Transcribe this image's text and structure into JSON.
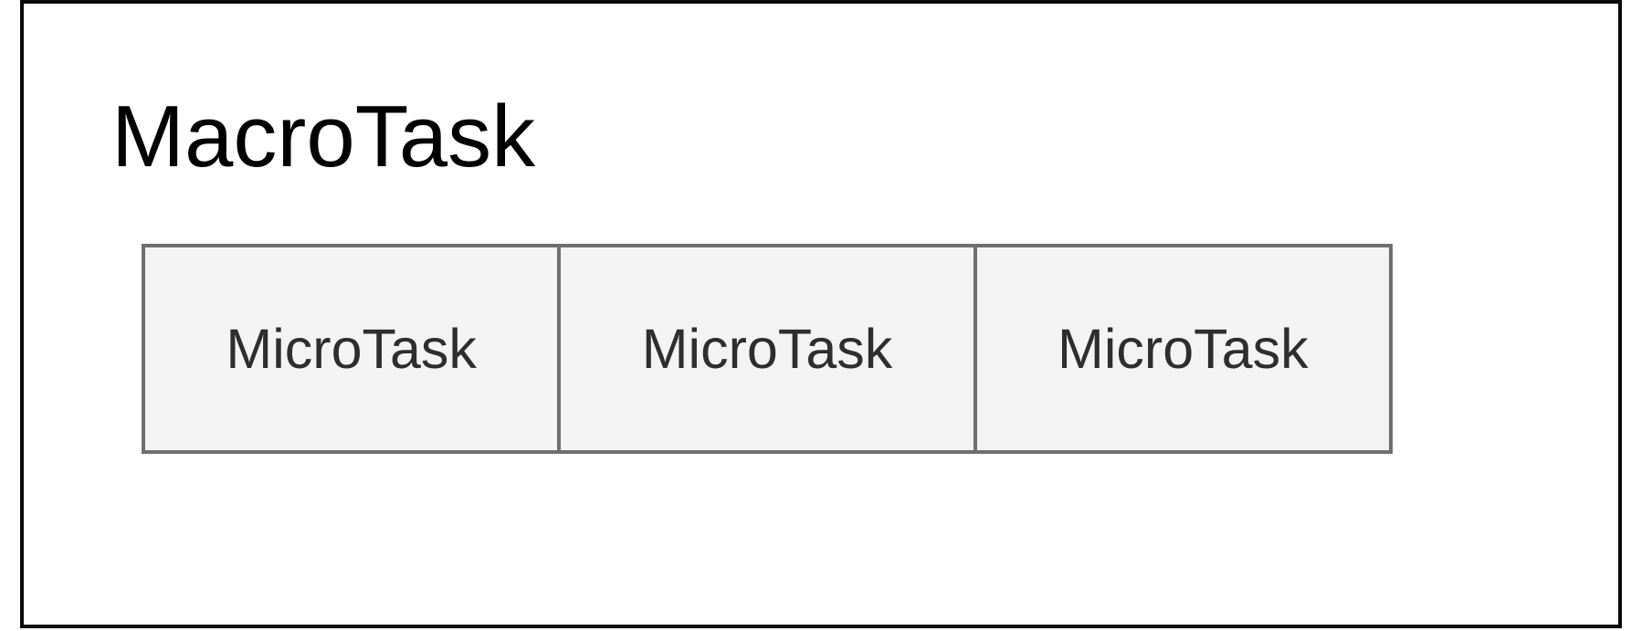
{
  "diagram": {
    "type": "nested-task-diagram",
    "outer": {
      "label": "MacroTask"
    },
    "microtasks": [
      {
        "label": "MicroTask"
      },
      {
        "label": "MicroTask"
      },
      {
        "label": "MicroTask"
      }
    ]
  },
  "colors": {
    "page_background": "#ffffff",
    "outer_border": "#0a0a0a",
    "title_text": "#000000",
    "inner_border": "#6f6f6f",
    "inner_background": "#f3f3f3",
    "microtask_text": "#2e2e2e"
  }
}
